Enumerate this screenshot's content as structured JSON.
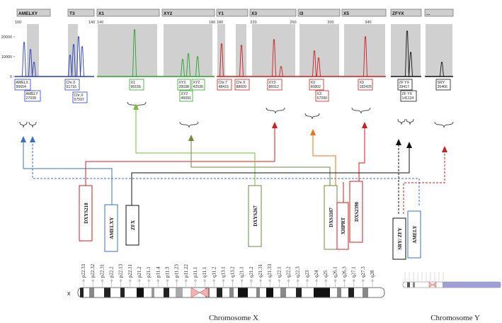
{
  "colors": {
    "blue": "#3a6fc4",
    "green": "#2aa02a",
    "olive": "#6b8a3a",
    "red": "#d21e1e",
    "orange": "#e8741e",
    "black": "#111111",
    "gray_band": "#d0d0d0",
    "y_chrom": "#8f8fd0"
  },
  "panels": [
    {
      "id": "amelxy",
      "header": "AMELXY",
      "header2": "T3",
      "color": "#2a3fb0",
      "axis_left": "100",
      "axis_right": "140",
      "y_ticks": [
        "20000",
        "10000",
        "0"
      ],
      "labels": [
        {
          "t": "AMELX\n95654"
        },
        {
          "t": "AMELY\n27039"
        },
        {
          "t": "Chr.3\n51716"
        },
        {
          "t": "Chr.X\n57597"
        }
      ]
    },
    {
      "id": "x1",
      "header": "X1",
      "header2": "XY2",
      "color": "#2aa02a",
      "axis_left": "140",
      "axis_right": "180",
      "labels": [
        {
          "t": "X1\n96155"
        },
        {
          "t": "XY2\n29038"
        },
        {
          "t": "XY2\n42536"
        },
        {
          "t": "XY2\n46691"
        }
      ]
    },
    {
      "id": "x3",
      "header": "Y1",
      "header2": "X3",
      "header3": "I3",
      "header4": "X5",
      "color": "#c81e1e",
      "axis_left": "180",
      "ticks": [
        "220",
        "260",
        "300",
        "340"
      ],
      "labels": [
        {
          "t": "Chr.7\n48415"
        },
        {
          "t": "Chr.X\n88609"
        },
        {
          "t": "XY3\n86912"
        },
        {
          "t": "X3\n60802"
        },
        {
          "t": "X3\n57290"
        },
        {
          "t": "X9\n182425"
        }
      ]
    },
    {
      "id": "zfyx",
      "header": "ZFYX",
      "color": "#111111",
      "labels": [
        {
          "t": "ZF YX\n39417"
        },
        {
          "t": "ZF YX\n141124"
        }
      ]
    },
    {
      "id": "sry",
      "header": "...",
      "color": "#111111",
      "labels": [
        {
          "t": "SRY\n35466"
        }
      ]
    }
  ],
  "markers": [
    {
      "name": "DXYS218",
      "color": "#d21e1e"
    },
    {
      "name": "AMELXY",
      "color": "#3a6fc4"
    },
    {
      "name": "ZFX",
      "color": "#111111"
    },
    {
      "name": "DXYS267",
      "color": "#6b8a3a"
    },
    {
      "name": "DXS1187",
      "color": "#6b8a3a"
    },
    {
      "name": "XHPRT",
      "color": "#d21e1e"
    },
    {
      "name": "DXS2390",
      "color": "#d21e1e"
    },
    {
      "name": "SRY/ ZFY",
      "color": "#111111"
    },
    {
      "name": "AMELY",
      "color": "#3a6fc4"
    }
  ],
  "bands": [
    "p22.33",
    "p22.32",
    "p22.31",
    "p22.2",
    "p22.13",
    "p22.11",
    "p21.2",
    "p21.1",
    "p11.4",
    "p11.3",
    "p11.23",
    "p11.22",
    "p11.1",
    "q11.1",
    "q11.2",
    "q13.1",
    "q13.2",
    "q21.1",
    "q21.2",
    "q21.31",
    "q21.33",
    "q22.1",
    "q22.2",
    "q22.3",
    "q23",
    "q24",
    "q25",
    "q26.1",
    "q26.3",
    "q27.1",
    "q27.3",
    "q28"
  ],
  "x_label": "x",
  "chrom_x_title": "Chromosome X",
  "chrom_y_title": "Chromosome Y"
}
